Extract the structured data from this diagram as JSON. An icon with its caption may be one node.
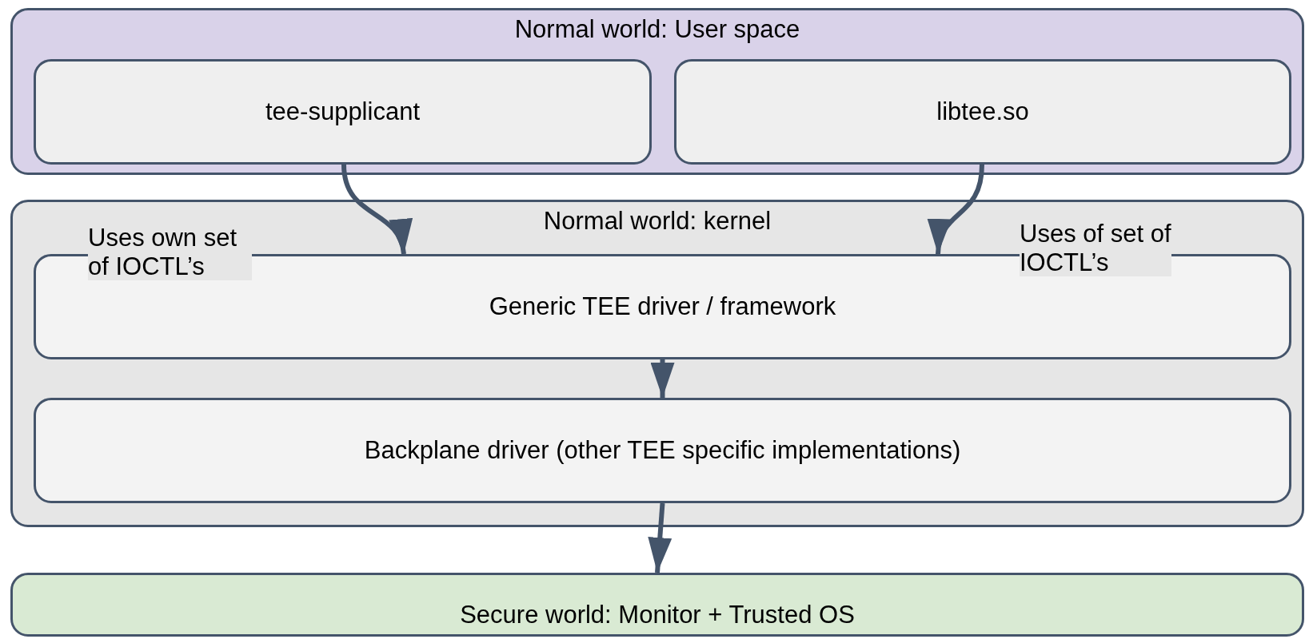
{
  "diagram": {
    "nodes": [
      {
        "text": [
          "Normal world: User space"
        ]
      },
      {
        "text": [
          "tee-supplicant"
        ],
        "in": 0
      },
      {
        "text": [
          "libtee.so"
        ],
        "in": 0
      },
      {
        "text": [
          "Normal world: kernel"
        ]
      },
      {
        "text": [
          "Generic TEE driver / framework"
        ],
        "in": 3
      },
      {
        "text": [
          "Backplane driver (other TEE specific implementations)"
        ],
        "in": 3
      },
      {
        "text": [
          "Secure world: Monitor + Trusted OS"
        ]
      }
    ],
    "edges": [
      {
        "from": 1,
        "to": 4,
        "arrow": "to",
        "label": "Uses own set of IOCTL’s"
      },
      {
        "from": 2,
        "to": 4,
        "arrow": "to",
        "label": "Uses of set of IOCTL’s"
      },
      {
        "from": 4,
        "to": 5,
        "arrow": "to"
      },
      {
        "from": 5,
        "to": 6,
        "arrow": "to"
      }
    ]
  }
}
